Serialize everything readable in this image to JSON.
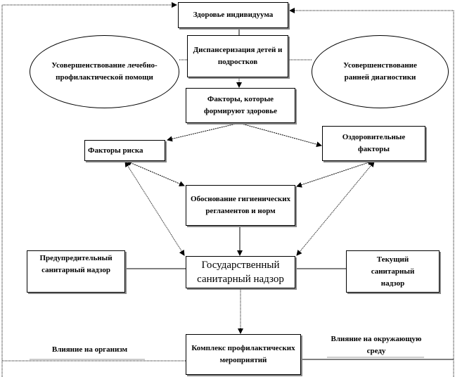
{
  "nodes": {
    "individual_health": "Здоровье индивидуума",
    "dispensarization": "Диспансеризация детей и подростков",
    "improve_treatment": "Усовершенствование лечебно-профилактической помощи",
    "improve_diagnostics": "Усовершенствование ранней диагностики",
    "health_factors": "Факторы, которые формируют здоровье",
    "risk_factors": "Факторы риска",
    "healing_factors": "Оздоровительные факторы",
    "hygiene_norms": "Обоснование гигиенических регламентов и норм",
    "preventive_supervision": "Предупредительный санитарный надзор",
    "state_supervision": "Государственный санитарный надзор",
    "current_supervision": "Текущий санитарный надзор",
    "prevention_complex": "Комплекс профилактических мероприятий"
  },
  "labels": {
    "organism_impact": "Влияние на организм",
    "environment_impact": "Влияние на окружающую среду"
  }
}
